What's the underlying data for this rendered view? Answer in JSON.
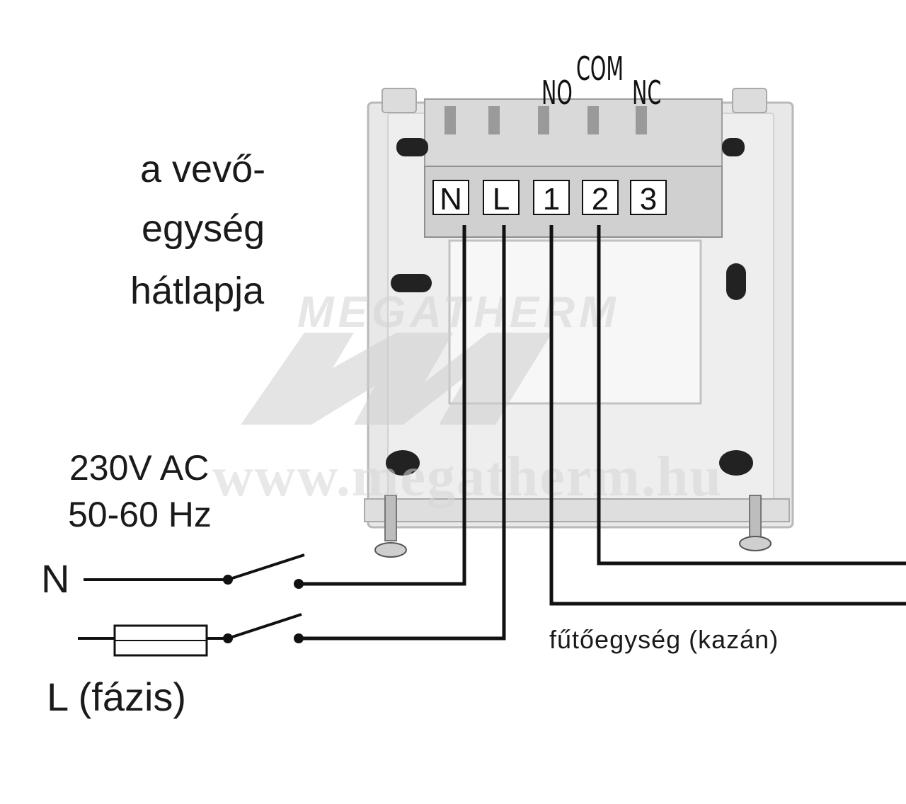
{
  "receiver_label": [
    "a vevő-",
    "egység",
    "hátlapja"
  ],
  "terminals": [
    "N",
    "L",
    "1",
    "2",
    "3"
  ],
  "relay_labels": {
    "no": "NO",
    "com": "COM",
    "nc": "NC"
  },
  "supply": {
    "voltage": "230V AC",
    "frequency": "50-60 Hz"
  },
  "line_labels": {
    "neutral": "N",
    "phase": "L (fázis)"
  },
  "heater_label": "fűtőegység (kazán)",
  "watermark": {
    "brand": "MEGATHERM",
    "url": "www.megatherm.hu"
  },
  "colors": {
    "wire": "#111111",
    "base_plate": "#e9e9e9",
    "watermark": "#cfcfcf"
  }
}
